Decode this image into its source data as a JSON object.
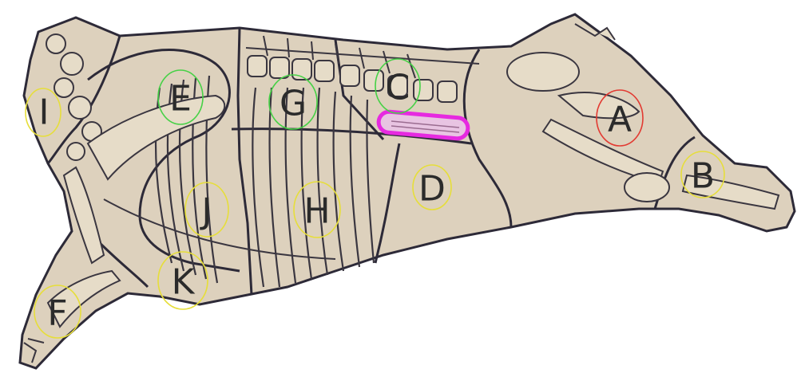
{
  "colors": {
    "background": "#ffffff",
    "carcass": "#ddd1bd",
    "outline": "#2d2a38",
    "circle_green": "#46d146",
    "circle_yellow": "#e6de3a",
    "circle_red": "#e23a32",
    "highlight": "#e62ae0"
  },
  "labels": [
    {
      "id": "I",
      "text": "I",
      "circle": "yellow"
    },
    {
      "id": "E",
      "text": "E",
      "circle": "green"
    },
    {
      "id": "G",
      "text": "G",
      "circle": "green"
    },
    {
      "id": "C",
      "text": "C",
      "circle": "green"
    },
    {
      "id": "A",
      "text": "A",
      "circle": "red"
    },
    {
      "id": "B",
      "text": "B",
      "circle": "yellow"
    },
    {
      "id": "D",
      "text": "D",
      "circle": "yellow"
    },
    {
      "id": "H",
      "text": "H",
      "circle": "yellow"
    },
    {
      "id": "J",
      "text": "J",
      "circle": "yellow"
    },
    {
      "id": "K",
      "text": "K",
      "circle": "yellow"
    },
    {
      "id": "F",
      "text": "F",
      "circle": "yellow"
    }
  ]
}
